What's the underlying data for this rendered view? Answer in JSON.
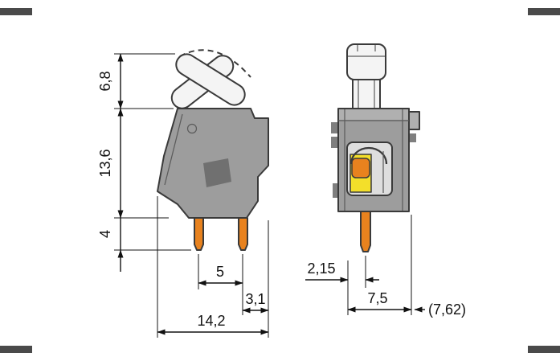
{
  "dimensions": {
    "side_view": {
      "lever_height": "6,8",
      "body_height": "13,6",
      "pin_length": "4",
      "pin_spacing": "5",
      "pin_offset": "3,1",
      "total_depth": "14,2"
    },
    "front_view": {
      "pin_inset": "2,15",
      "pitch": "7,5",
      "pitch_alt": "(7,62)"
    }
  },
  "colors": {
    "body_gray": "#9d9d9d",
    "body_light": "#b0b0b0",
    "body_dark": "#707070",
    "tab_dark": "#7f7f7f",
    "lever_white": "#f4f4f4",
    "opening_bg": "#dedede",
    "pin_orange": "#e8821e",
    "highlight_yellow": "#f3df2a",
    "corner_mark": "#4a4a4a"
  }
}
